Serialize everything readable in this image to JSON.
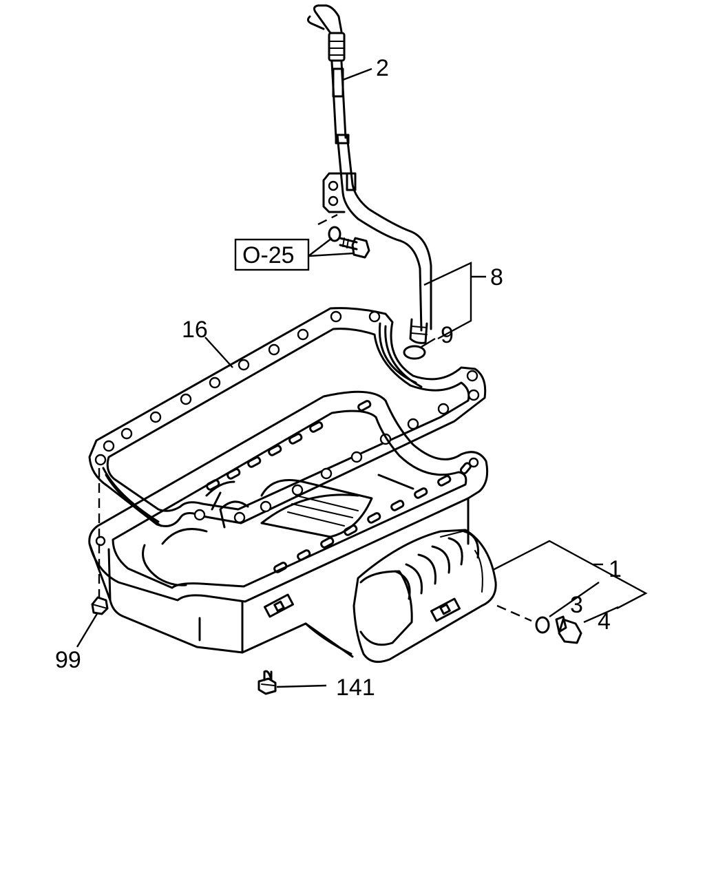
{
  "callouts": {
    "c1": "1",
    "c2": "2",
    "c3": "3",
    "c4": "4",
    "c8": "8",
    "c9": "9",
    "c16": "16",
    "c99": "99",
    "c141": "141",
    "ref": "O-25"
  }
}
